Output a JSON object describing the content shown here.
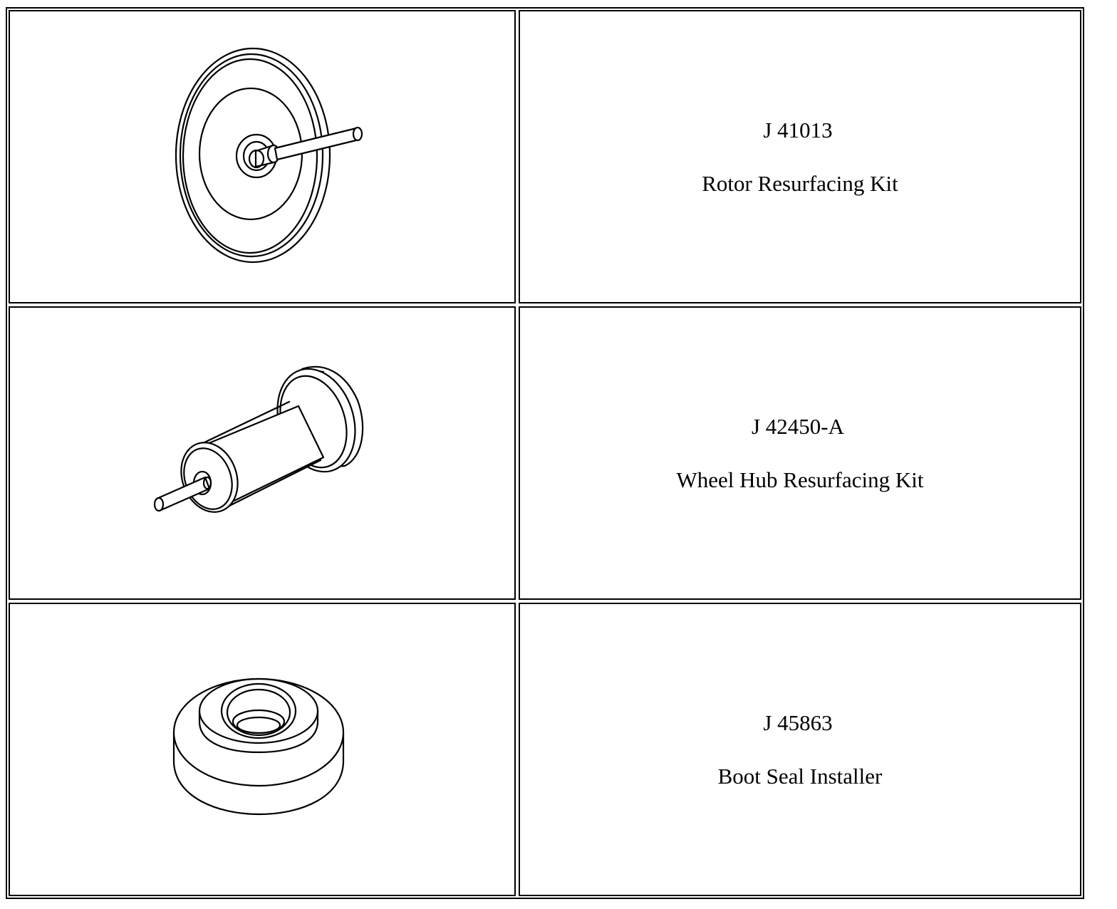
{
  "tools": [
    {
      "number": "J 41013",
      "name": "Rotor Resurfacing Kit",
      "illustration_icon": "rotor-resurfacing-kit-icon"
    },
    {
      "number": "J 42450-A",
      "name": "Wheel Hub Resurfacing Kit",
      "illustration_icon": "wheel-hub-resurfacing-kit-icon"
    },
    {
      "number": "J 45863",
      "name": "Boot Seal Installer",
      "illustration_icon": "boot-seal-installer-icon"
    }
  ]
}
